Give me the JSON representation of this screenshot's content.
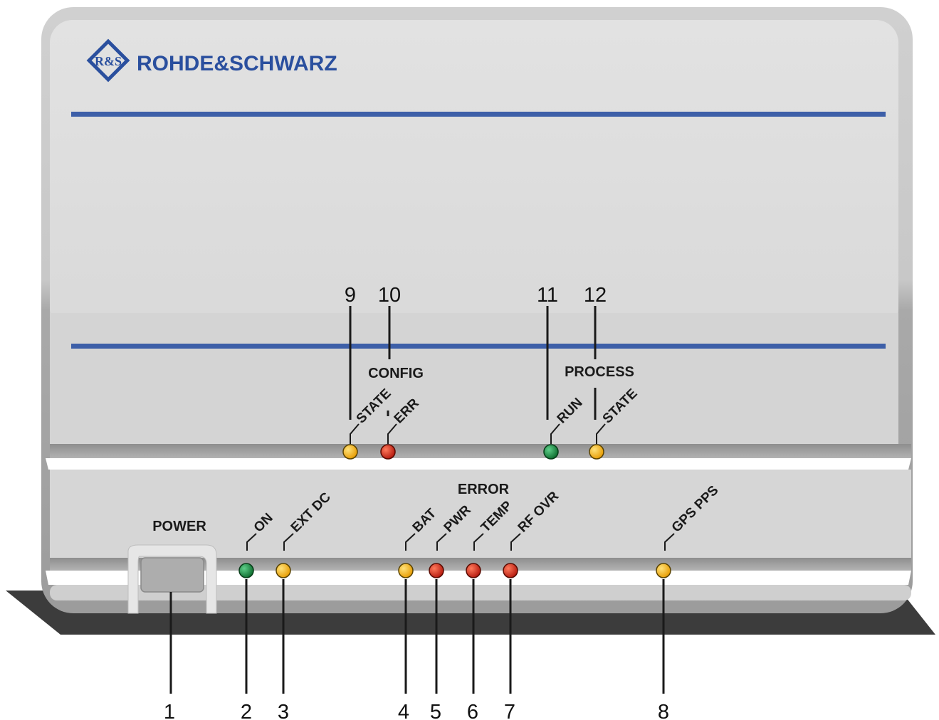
{
  "brand": {
    "name": "ROHDE&SCHWARZ",
    "logo_text": "R&S"
  },
  "colors": {
    "brand_blue": "#2a4f9e",
    "led_green": "#138a3e",
    "led_yellow": "#f3b51c",
    "led_red": "#d92b1c"
  },
  "groups": {
    "config": "CONFIG",
    "process": "PROCESS",
    "error": "ERROR",
    "power": "POWER"
  },
  "leds_upper": [
    {
      "label": "STATE",
      "number": "9",
      "color": "yellow"
    },
    {
      "label": "ERR",
      "number": "10",
      "color": "red"
    },
    {
      "label": "RUN",
      "number": "11",
      "color": "green"
    },
    {
      "label": "STATE",
      "number": "12",
      "color": "yellow"
    }
  ],
  "leds_lower": [
    {
      "label": "ON",
      "number": "2",
      "color": "green"
    },
    {
      "label": "EXT DC",
      "number": "3",
      "color": "yellow"
    },
    {
      "label": "BAT",
      "number": "4",
      "color": "yellow"
    },
    {
      "label": "PWR",
      "number": "5",
      "color": "red"
    },
    {
      "label": "TEMP",
      "number": "6",
      "color": "red"
    },
    {
      "label": "RF OVR",
      "number": "7",
      "color": "red"
    },
    {
      "label": "GPS PPS",
      "number": "8",
      "color": "yellow"
    }
  ],
  "power_button": {
    "number": "1"
  }
}
